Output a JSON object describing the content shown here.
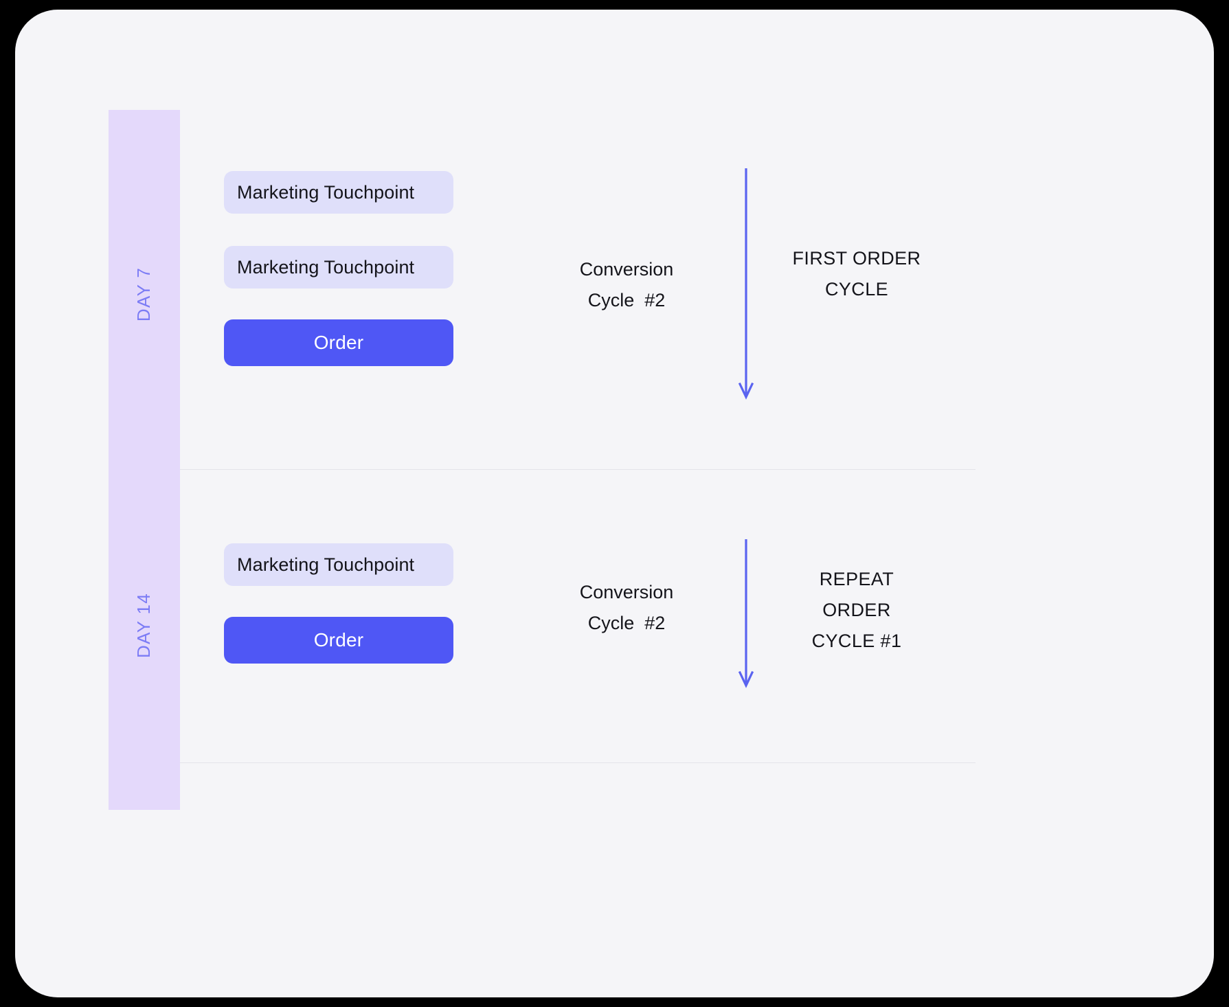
{
  "canvas": {
    "backdrop_color": "#000000",
    "card_color": "#F5F5F8",
    "accent_color": "#4F57F5",
    "arrow_color": "#5A63F0",
    "rail_color": "#E4D9FB",
    "rail_text_color": "#7C7CF5",
    "pill_color": "#DFDFFA",
    "divider_color": "#E4E4E9"
  },
  "rail": {
    "days": [
      {
        "label": "DAY 7"
      },
      {
        "label": "DAY 14"
      }
    ]
  },
  "rows": [
    {
      "id": "first-order-cycle",
      "day": "DAY 7",
      "events": [
        {
          "type": "touchpoint",
          "label": "Marketing Touchpoint"
        },
        {
          "type": "touchpoint",
          "label": "Marketing Touchpoint"
        },
        {
          "type": "order",
          "label": "Order"
        }
      ],
      "cycle_label": "Conversion\nCycle  #2",
      "caption": "FIRST ORDER\nCYCLE",
      "arrow": {
        "direction": "down"
      }
    },
    {
      "id": "repeat-order-cycle-1",
      "day": "DAY 14",
      "events": [
        {
          "type": "touchpoint",
          "label": "Marketing Touchpoint"
        },
        {
          "type": "order",
          "label": "Order"
        }
      ],
      "cycle_label": "Conversion\nCycle  #2",
      "caption": "REPEAT\nORDER\nCYCLE #1",
      "arrow": {
        "direction": "down"
      }
    }
  ]
}
